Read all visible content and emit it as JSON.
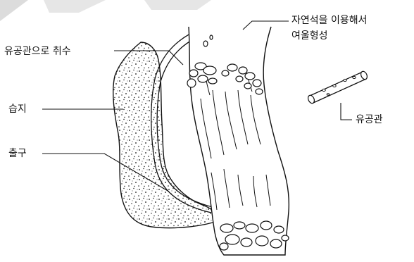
{
  "labels": {
    "pipe_intake": "유공관으로 취수",
    "wetland": "습지",
    "outlet": "출구",
    "riffle_line1": "자연석을 이용해서",
    "riffle_line2": "여울형성",
    "perforated_pipe": "유공관"
  },
  "colors": {
    "ink": "#111111",
    "corner_shade": "#dcdcdc",
    "background": "#ffffff"
  }
}
